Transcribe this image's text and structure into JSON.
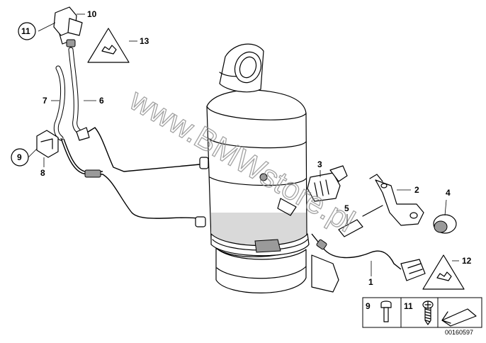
{
  "callouts": {
    "c1": "1",
    "c2": "2",
    "c3": "3",
    "c4": "4",
    "c5": "5",
    "c6": "6",
    "c7": "7",
    "c8": "8",
    "c9": "9",
    "c10": "10",
    "c11": "11",
    "c12": "12",
    "c13": "13"
  },
  "legend_table": {
    "cell_a_label": "9",
    "cell_b_label": "11"
  },
  "watermark": "www.BMWstore.pl",
  "reference_code": "00160597",
  "colors": {
    "ink": "#000000",
    "shade": "#d9d9d9",
    "watermark": "#8c8c8c"
  }
}
